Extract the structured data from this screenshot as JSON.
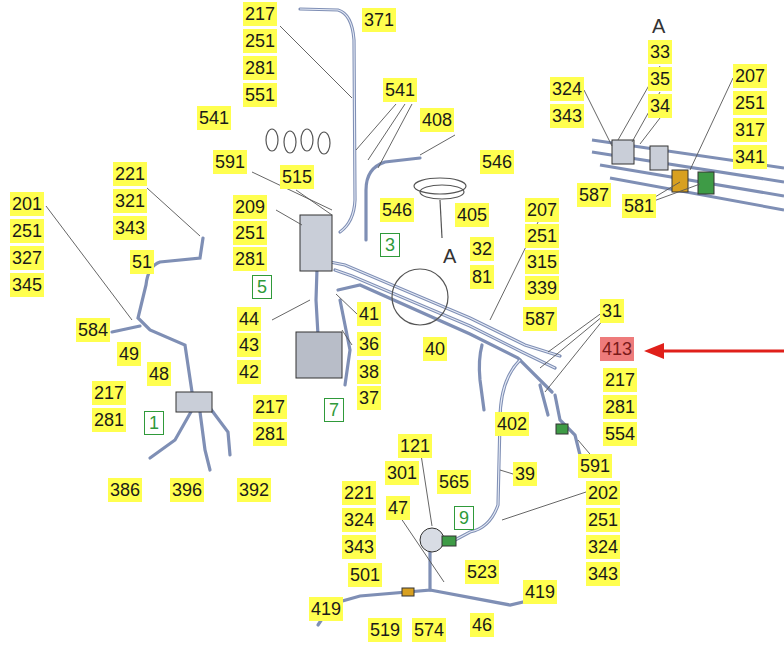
{
  "diagram": {
    "nodes": [
      {
        "text": [
          "3"
        ]
      },
      {
        "text": [
          "5"
        ]
      },
      {
        "text": [
          "7"
        ]
      },
      {
        "text": [
          "1"
        ]
      },
      {
        "text": [
          "9"
        ]
      }
    ],
    "labels": [
      "217",
      "251",
      "281",
      "551",
      "371",
      "A",
      "33",
      "35",
      "34",
      "324",
      "343",
      "207",
      "251",
      "317",
      "341",
      "541",
      "408",
      "541",
      "591",
      "515",
      "546",
      "221",
      "321",
      "343",
      "587",
      "581",
      "201",
      "251",
      "327",
      "345",
      "209",
      "251",
      "281",
      "546",
      "405",
      "207",
      "251",
      "315",
      "339",
      "A",
      "32",
      "81",
      "51",
      "44",
      "41",
      "587",
      "31",
      "584",
      "43",
      "36",
      "40",
      "413",
      "49",
      "42",
      "38",
      "48",
      "217",
      "217",
      "37",
      "217",
      "281",
      "281",
      "402",
      "281",
      "554",
      "121",
      "591",
      "301",
      "39",
      "565",
      "386",
      "396",
      "392",
      "221",
      "202",
      "47",
      "324",
      "251",
      "343",
      "324",
      "523",
      "501",
      "343",
      "419",
      "419",
      "46",
      "519",
      "574"
    ]
  }
}
